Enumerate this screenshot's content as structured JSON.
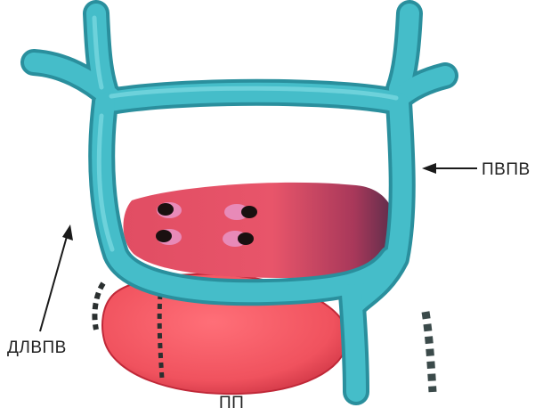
{
  "diagram": {
    "labels": {
      "right_vessel": "ПВПВ",
      "left_vessel": "ДЛВПВ",
      "bottom_structure": "ПП"
    },
    "colors": {
      "vessel": "#3fb3c0",
      "vessel_dark": "#2a8f9d",
      "upper_organ": "#e8556a",
      "upper_organ_dark": "#5a2d4a",
      "lower_organ": "#f0525e",
      "lower_organ_edge": "#c02838",
      "suture": "#3b4a4a",
      "suture_marks": "#2a2f2f",
      "opening": "#1a1010",
      "opening_highlight": "#e88ab8",
      "arrow": "#1a1a1a"
    }
  }
}
